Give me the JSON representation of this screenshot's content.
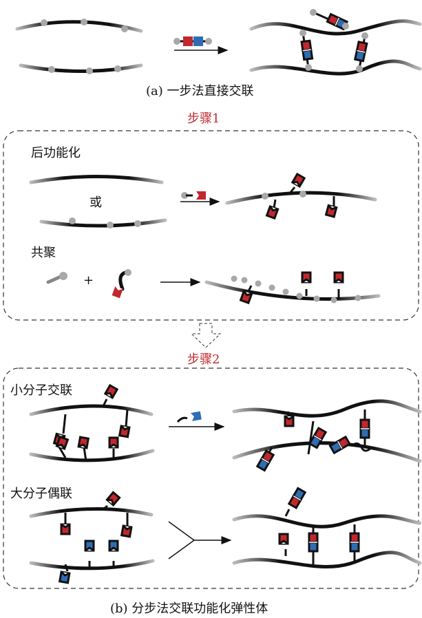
{
  "section_a": {
    "caption": "(a) 一步法直接交联"
  },
  "step1": {
    "label": "步骤1",
    "post_functionalization": "后功能化",
    "or": "或",
    "copolymerization": "共聚",
    "plus": "+"
  },
  "step2": {
    "label": "步骤2",
    "small_molecule": "小分子交联",
    "macromolecule": "大分子偶联"
  },
  "section_b": {
    "caption": "(b) 分步法交联功能化弹性体"
  },
  "colors": {
    "red": "#c0282d",
    "blue": "#2e6db4",
    "gray": "#a8a8a8",
    "chain": "#111111"
  }
}
